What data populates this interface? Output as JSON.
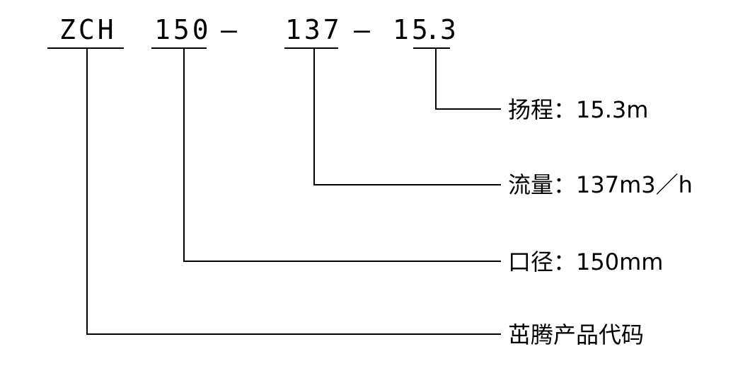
{
  "code": {
    "prefix": "ZCH",
    "diameter": "150",
    "sep1": "—",
    "flow": "137",
    "sep2": "—",
    "head_whole": "15",
    "head_dot": ".",
    "head_decimal": "3"
  },
  "labels": {
    "head": "扬程：15.3m",
    "flow": "流量：137m3／h",
    "diameter": "口径：150mm",
    "product": "茁腾产品代码"
  }
}
